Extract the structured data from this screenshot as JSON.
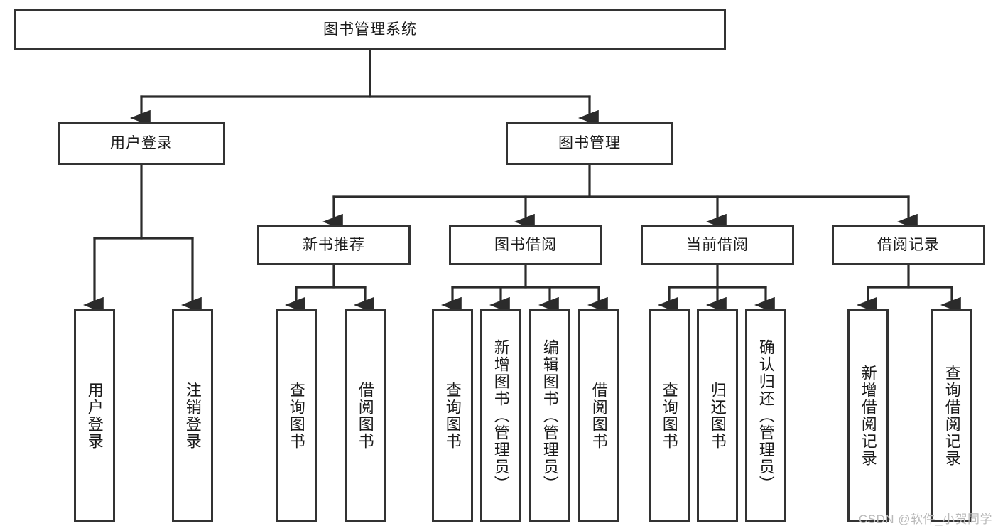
{
  "diagram": {
    "type": "tree",
    "title": "图书管理系统",
    "root": {
      "label": "图书管理系统"
    },
    "level2": [
      {
        "label": "用户登录"
      },
      {
        "label": "图书管理"
      }
    ],
    "level3": [
      {
        "label": "新书推荐"
      },
      {
        "label": "图书借阅"
      },
      {
        "label": "当前借阅"
      },
      {
        "label": "借阅记录"
      }
    ],
    "leaves": {
      "user_login": [
        {
          "label": "用户登录"
        },
        {
          "label": "注销登录"
        }
      ],
      "new_book_recommend": [
        {
          "label": "查询图书"
        },
        {
          "label": "借阅图书"
        }
      ],
      "book_borrow": [
        {
          "label": "查询图书"
        },
        {
          "label": "新增图书（管理员）"
        },
        {
          "label": "编辑图书（管理员）"
        },
        {
          "label": "借阅图书"
        }
      ],
      "current_borrow": [
        {
          "label": "查询图书"
        },
        {
          "label": "归还图书"
        },
        {
          "label": "确认归还（管理员）"
        }
      ],
      "borrow_record": [
        {
          "label": "新增借阅记录"
        },
        {
          "label": "查询借阅记录"
        }
      ]
    }
  },
  "watermark": {
    "text": "CSDN @软件_小贺同学"
  },
  "colors": {
    "border": "#333333",
    "text": "#1a1a1a",
    "background": "#ffffff",
    "watermark": "#b9b9b9"
  }
}
